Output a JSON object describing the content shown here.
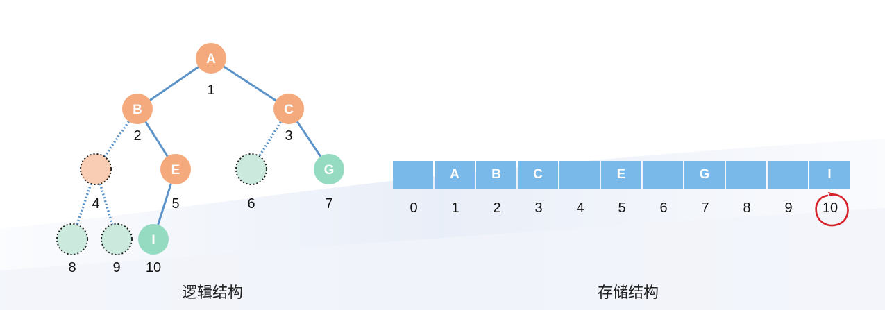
{
  "tree": {
    "nodes": [
      {
        "id": "n1",
        "label": "A",
        "index": "1",
        "kind": "filled",
        "color": "#f4aa7c"
      },
      {
        "id": "n2",
        "label": "B",
        "index": "2",
        "kind": "filled",
        "color": "#f4aa7c"
      },
      {
        "id": "n3",
        "label": "C",
        "index": "3",
        "kind": "filled",
        "color": "#f4aa7c"
      },
      {
        "id": "n4",
        "label": "",
        "index": "4",
        "kind": "dotted",
        "color": "#f8cdb3"
      },
      {
        "id": "n5",
        "label": "E",
        "index": "5",
        "kind": "filled",
        "color": "#f4aa7c"
      },
      {
        "id": "n6",
        "label": "",
        "index": "6",
        "kind": "dotted",
        "color": "#cbe9dc"
      },
      {
        "id": "n7",
        "label": "G",
        "index": "7",
        "kind": "filled",
        "color": "#94dbc2"
      },
      {
        "id": "n8",
        "label": "",
        "index": "8",
        "kind": "dotted",
        "color": "#cbe9dc"
      },
      {
        "id": "n9",
        "label": "",
        "index": "9",
        "kind": "dotted",
        "color": "#cbe9dc"
      },
      {
        "id": "n10",
        "label": "I",
        "index": "10",
        "kind": "filled",
        "color": "#94dbc2"
      }
    ],
    "edges": [
      {
        "from": "n1",
        "to": "n2",
        "style": "solid"
      },
      {
        "from": "n1",
        "to": "n3",
        "style": "solid"
      },
      {
        "from": "n2",
        "to": "n4",
        "style": "dotted"
      },
      {
        "from": "n2",
        "to": "n5",
        "style": "solid"
      },
      {
        "from": "n3",
        "to": "n6",
        "style": "dotted"
      },
      {
        "from": "n3",
        "to": "n7",
        "style": "solid"
      },
      {
        "from": "n4",
        "to": "n8",
        "style": "dotted"
      },
      {
        "from": "n4",
        "to": "n9",
        "style": "dotted"
      },
      {
        "from": "n5",
        "to": "n10",
        "style": "solid"
      }
    ],
    "edge_color": "#5b93c9"
  },
  "array": {
    "cells": [
      "",
      "A",
      "B",
      "C",
      "",
      "E",
      "",
      "G",
      "",
      "",
      "I"
    ],
    "indices": [
      "0",
      "1",
      "2",
      "3",
      "4",
      "5",
      "6",
      "7",
      "8",
      "9",
      "10"
    ],
    "cell_color": "#78b9ea",
    "highlight_index": "10",
    "highlight_color": "#d8202a"
  },
  "captions": {
    "logical": "逻辑结构",
    "storage": "存储结构"
  }
}
